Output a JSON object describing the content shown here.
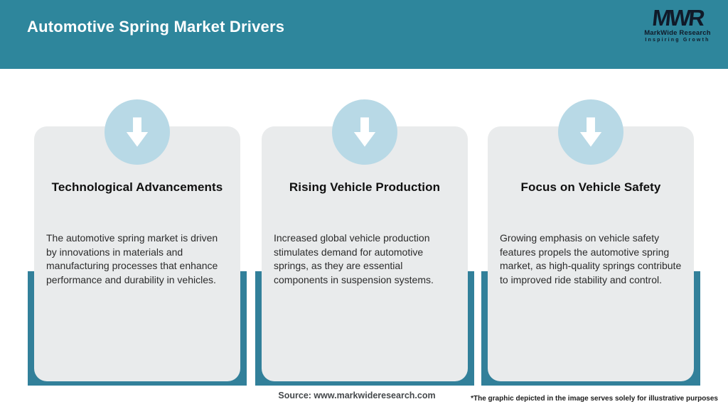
{
  "header": {
    "title": "Automotive Spring Market Drivers",
    "logo": {
      "acronym": "MWR",
      "name": "MarkWide Research",
      "tagline": "Inspiring Growth"
    }
  },
  "cards": [
    {
      "icon": "down-arrow-icon",
      "title": "Technological Advancements",
      "body": "The automotive spring market is driven by innovations in materials and manufacturing processes that enhance performance and durability in vehicles."
    },
    {
      "icon": "down-arrow-icon",
      "title": "Rising Vehicle Production",
      "body": "Increased global vehicle production stimulates demand for automotive springs, as they are essential components in suspension systems."
    },
    {
      "icon": "down-arrow-icon",
      "title": "Focus on Vehicle Safety",
      "body": "Growing emphasis on vehicle safety features propels the automotive spring market, as high-quality springs contribute to improved ride stability and control."
    }
  ],
  "footer": {
    "source": "Source: www.markwideresearch.com",
    "disclaimer": "*The graphic depicted in the image serves solely for illustrative purposes"
  },
  "colors": {
    "header_teal": "#2e869c",
    "band_teal": "#32809a",
    "circle_blue": "#b8d9e6",
    "card_gray": "#e9ebec"
  }
}
